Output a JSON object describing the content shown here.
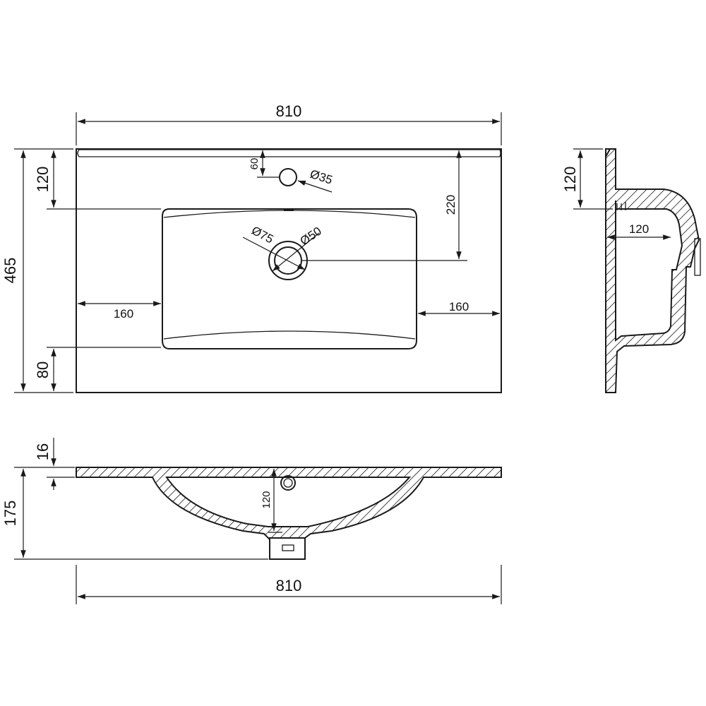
{
  "top_view": {
    "width": "810",
    "depth": "465",
    "tap_offset": "120",
    "tap_hole_offset": "60",
    "tap_hole_diameter": "Ø35",
    "drain_offset": "220",
    "drain_outer_diameter": "Ø75",
    "drain_inner_diameter": "Ø50",
    "left_margin": "160",
    "right_margin": "160",
    "front_margin": "80"
  },
  "side_view": {
    "tap_offset": "120",
    "bowl_offset": "120"
  },
  "front_view": {
    "top_thickness": "16",
    "height": "175",
    "bowl_depth": "120",
    "width": "810"
  }
}
